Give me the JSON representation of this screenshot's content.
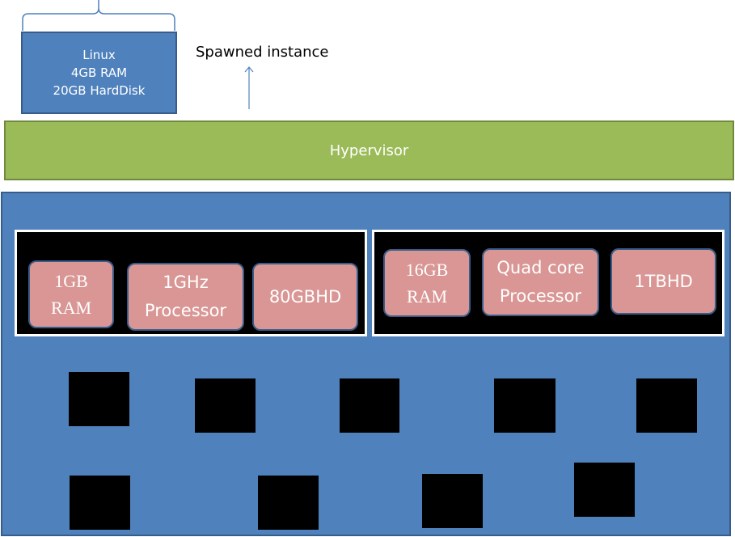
{
  "colors": {
    "vm_fill": "#4f81bd",
    "hypervisor_fill": "#9bbb59",
    "host_fill": "#4f81bd",
    "chip_fill": "#d99694",
    "group_fill": "#000000",
    "outline_blue": "#385d8a",
    "outline_green": "#71893f"
  },
  "vm": {
    "lines": [
      "Linux",
      "4GB RAM",
      "20GB HardDisk"
    ]
  },
  "spawned_label": "Spawned instance",
  "hypervisor_label": "Hypervisor",
  "groups": [
    {
      "chips": [
        {
          "lines": [
            "1GB",
            "RAM"
          ]
        },
        {
          "lines": [
            "1GHz",
            "Processor"
          ]
        },
        {
          "lines": [
            "80GBHD"
          ]
        }
      ]
    },
    {
      "chips": [
        {
          "lines": [
            "16GB",
            "RAM"
          ]
        },
        {
          "lines": [
            "Quad core",
            "Processor"
          ]
        },
        {
          "lines": [
            "1TBHD"
          ]
        }
      ]
    }
  ]
}
